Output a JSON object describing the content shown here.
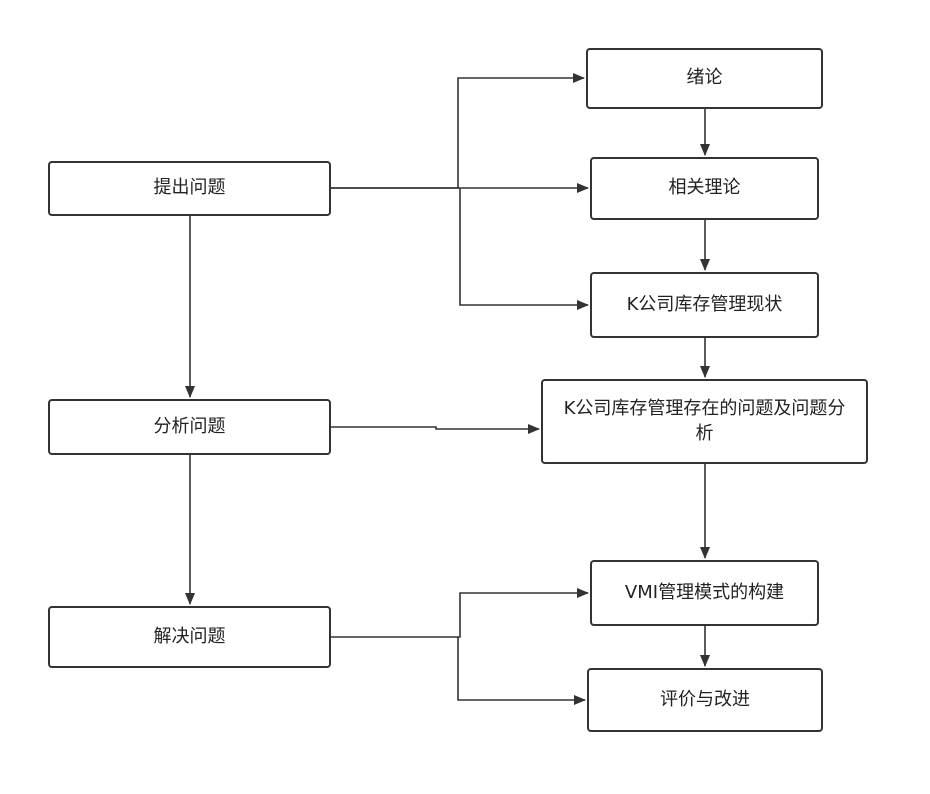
{
  "nodes": {
    "raise": "提出问题",
    "analyze": "分析问题",
    "solve": "解决问题",
    "intro": "绪论",
    "theory": "相关理论",
    "status": "K公司库存管理现状",
    "problems": "K公司库存管理存在的问题及问题分析",
    "vmi": "VMI管理模式的构建",
    "evaluate": "评价与改进"
  },
  "colors": {
    "stroke": "#333333"
  }
}
